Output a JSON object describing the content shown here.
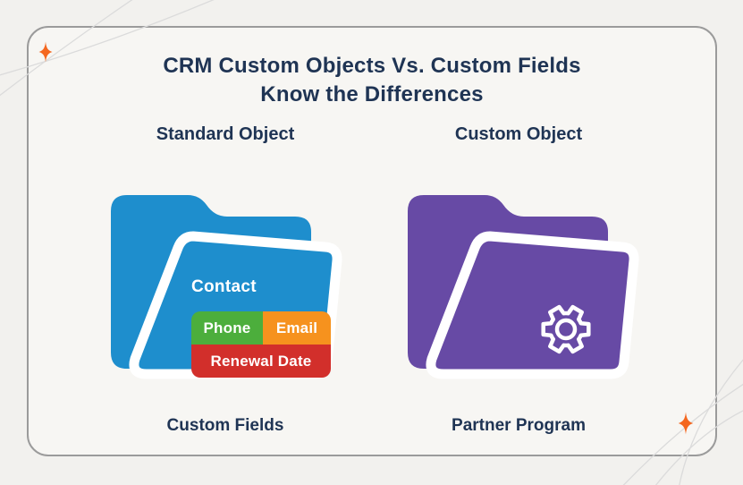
{
  "title": {
    "line1": "CRM Custom Objects Vs. Custom Fields",
    "line2": "Know the Differences"
  },
  "left_column": {
    "header": "Standard Object",
    "folder_name": "Contact",
    "folder_color": "#1E8ECD",
    "fields": [
      {
        "label": "Phone",
        "color": "#4CAE3C"
      },
      {
        "label": "Email",
        "color": "#F6921E"
      },
      {
        "label": "Renewal Date",
        "color": "#D22F2B"
      }
    ],
    "caption": "Custom Fields"
  },
  "right_column": {
    "header": "Custom Object",
    "folder_color": "#674AA5",
    "folder_icon": "gear-icon",
    "caption": "Partner Program"
  },
  "colors": {
    "text_navy": "#1F3454",
    "card_background": "#F7F6F3",
    "page_background": "#F2F1EE",
    "card_border": "#9B9B9B",
    "sparkle_orange": "#F4671F",
    "decor_line_gray": "#DBDBDB"
  }
}
